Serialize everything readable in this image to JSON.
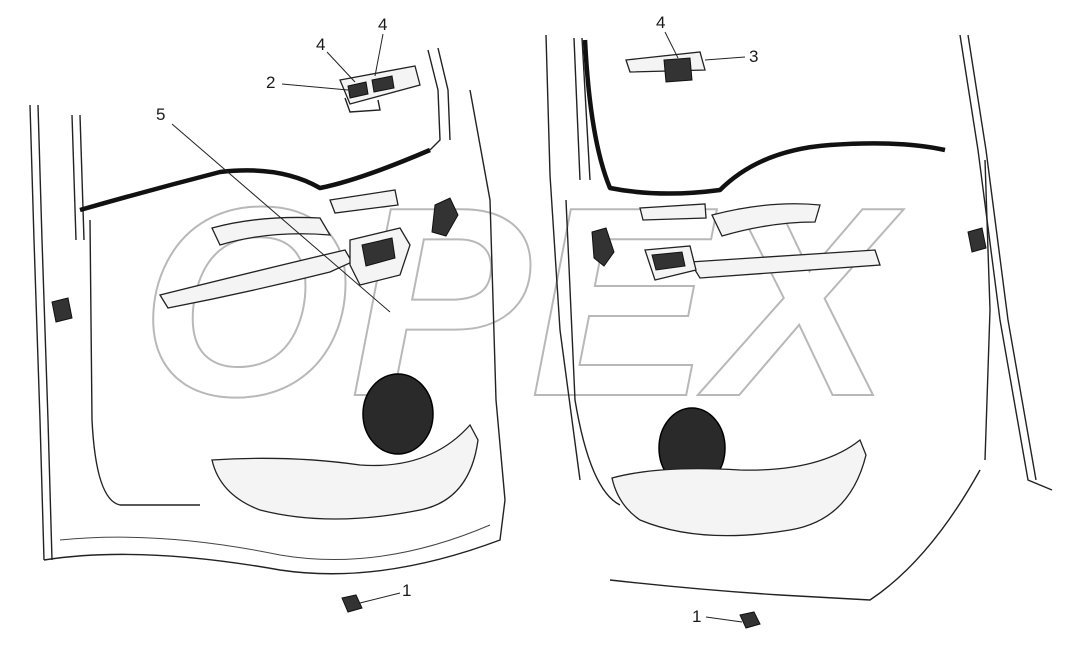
{
  "watermark": {
    "text": "OPEX"
  },
  "callouts": [
    {
      "id": "c-left-1",
      "label": "1"
    },
    {
      "id": "c-left-2",
      "label": "2"
    },
    {
      "id": "c-left-4a",
      "label": "4"
    },
    {
      "id": "c-left-4b",
      "label": "4"
    },
    {
      "id": "c-left-5",
      "label": "5"
    },
    {
      "id": "c-right-1",
      "label": "1"
    },
    {
      "id": "c-right-3",
      "label": "3"
    },
    {
      "id": "c-right-4",
      "label": "4"
    }
  ]
}
